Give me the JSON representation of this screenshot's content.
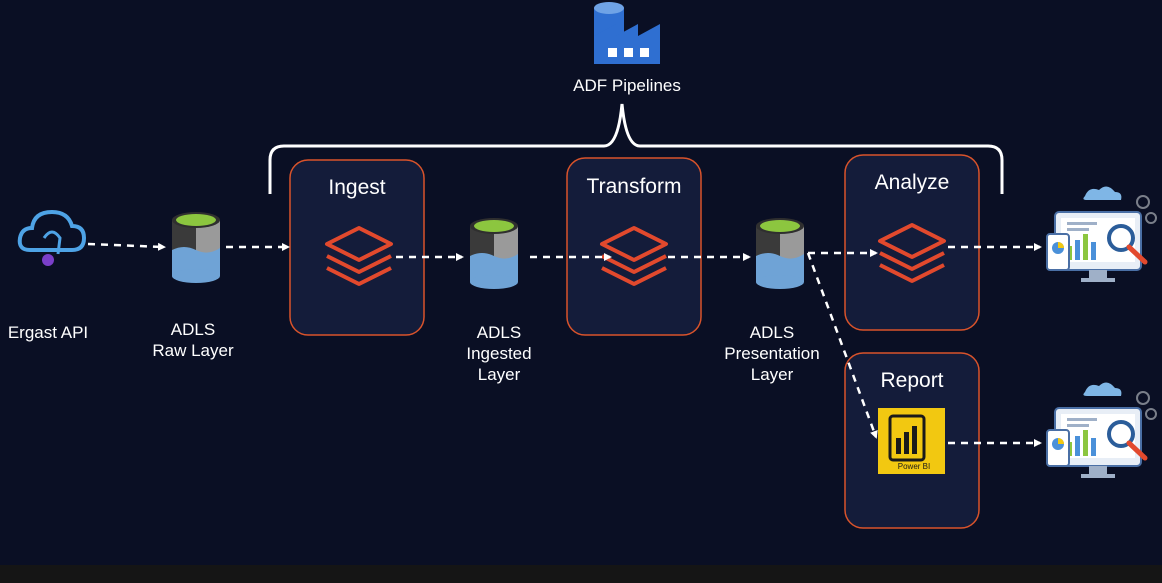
{
  "title": "ADF Pipelines",
  "colors": {
    "background": "#0a0f24",
    "box_fill": "#141c3a",
    "box_border": "#d9532b",
    "arrow": "#ffffff",
    "databricks": "#e2492d",
    "powerbi_bg": "#f2c811",
    "adls_top": "#8cc63f",
    "adls_body_dark": "#3a3a3a",
    "adls_body_blue": "#6fa3d6",
    "adf_blue": "#2f6fd1"
  },
  "nodes": {
    "source": {
      "label": "Ergast API",
      "icon": "cloud-api-icon"
    },
    "raw": {
      "label_line1": "ADLS",
      "label_line2": "Raw Layer",
      "icon": "adls-storage-icon"
    },
    "ingested": {
      "label_line1": "ADLS",
      "label_line2": "Ingested",
      "label_line3": "Layer",
      "icon": "adls-storage-icon"
    },
    "presentation": {
      "label_line1": "ADLS",
      "label_line2": "Presentation",
      "label_line3": "Layer",
      "icon": "adls-storage-icon"
    }
  },
  "stages": {
    "ingest": {
      "title": "Ingest",
      "icon": "databricks-icon"
    },
    "transform": {
      "title": "Transform",
      "icon": "databricks-icon"
    },
    "analyze": {
      "title": "Analyze",
      "icon": "databricks-icon"
    },
    "report": {
      "title": "Report",
      "icon": "powerbi-icon",
      "icon_text": "Power BI"
    }
  },
  "outputs": [
    {
      "icon": "analytics-dashboard-icon"
    },
    {
      "icon": "analytics-dashboard-icon"
    }
  ]
}
